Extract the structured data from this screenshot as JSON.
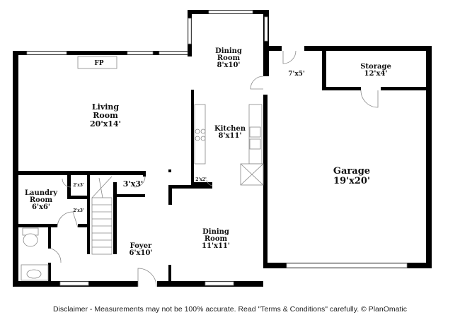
{
  "rooms": {
    "living": {
      "name": "Living Room",
      "line1": "Living",
      "line2": "Room",
      "size": "20'x14'"
    },
    "fireplace": "FP",
    "dining_upper": {
      "line1": "Dining",
      "line2": "Room",
      "size": "8'x10'"
    },
    "kitchen": {
      "name": "Kitchen",
      "size": "8'x11'"
    },
    "entry_7x5": "7'x5'",
    "storage": {
      "name": "Storage",
      "size": "12'x4'"
    },
    "garage": {
      "name": "Garage",
      "size": "19'x20'"
    },
    "laundry": {
      "line1": "Laundry",
      "line2": "Room",
      "size": "6'x6'"
    },
    "closet_2x3_a": "2'x3'",
    "closet_2x3_b": "2'x3'",
    "closet_3x3": "3'x3'",
    "closet_2x2": "2'x2'",
    "foyer": {
      "name": "Foyer",
      "size": "6'x10'"
    },
    "dining_lower": {
      "line1": "Dining",
      "line2": "Room",
      "size": "11'x11'"
    }
  },
  "disclaimer": "Disclaimer - Measurements may not be 100% accurate. Read \"Terms & Conditions\" carefully. © PlanOmatic"
}
